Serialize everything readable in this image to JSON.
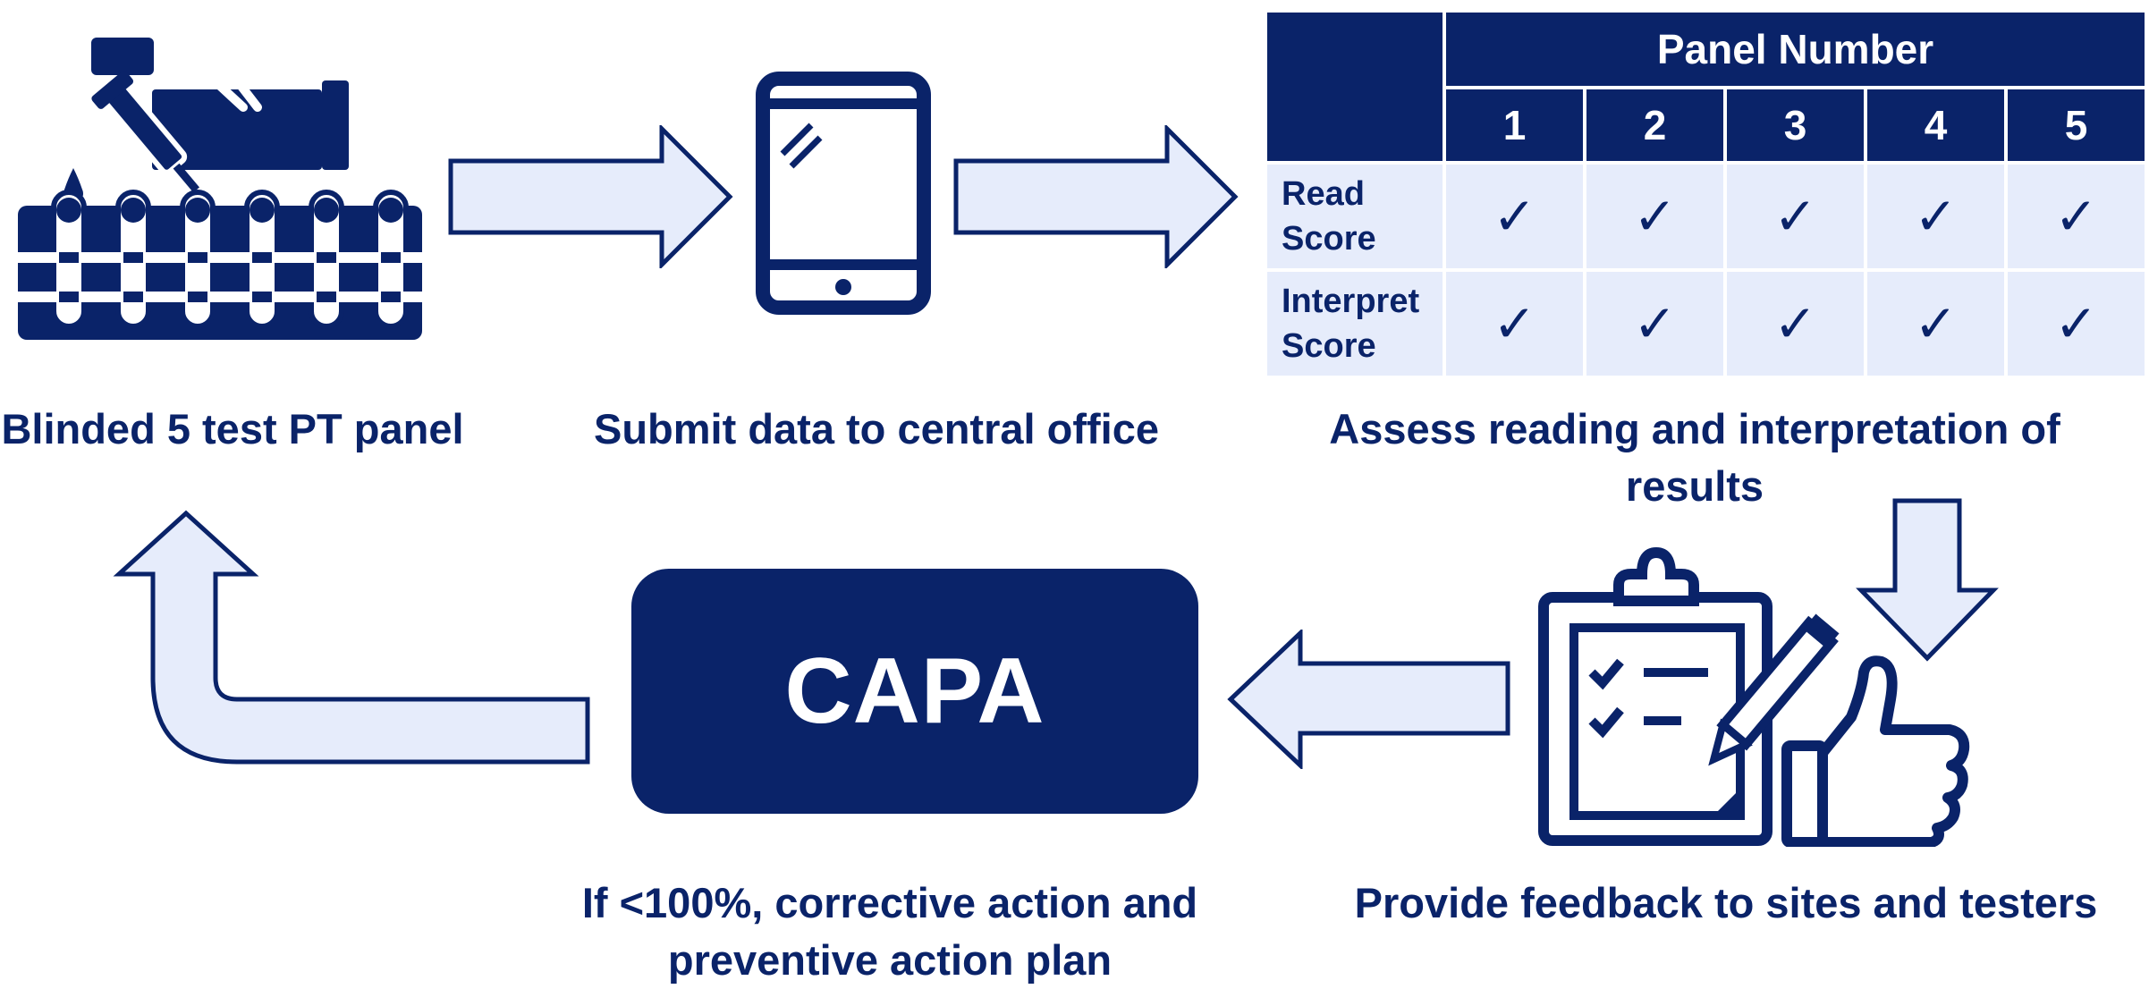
{
  "captions": {
    "step1": "Blinded 5 test PT panel",
    "step2": "Submit data to central office",
    "step3": "Assess reading and interpretation of results",
    "step4": "Provide feedback to sites and testers",
    "step5": "If <100%, corrective action and preventive action plan"
  },
  "capa": {
    "label": "CAPA"
  },
  "table": {
    "header": "Panel Number",
    "columns": [
      "1",
      "2",
      "3",
      "4",
      "5"
    ],
    "rows": [
      {
        "label": "Read Score",
        "cells": [
          "✓",
          "✓",
          "✓",
          "✓",
          "✓"
        ]
      },
      {
        "label": "Interpret Score",
        "cells": [
          "✓",
          "✓",
          "✓",
          "✓",
          "✓"
        ]
      }
    ]
  },
  "icons": {
    "panel": "test-tube-rack-dropper-icon",
    "submit": "tablet-icon",
    "feedback": "clipboard-thumbs-up-icon"
  },
  "colors": {
    "primary": "#0a2369",
    "light": "#e6ecfb",
    "white": "#ffffff"
  }
}
